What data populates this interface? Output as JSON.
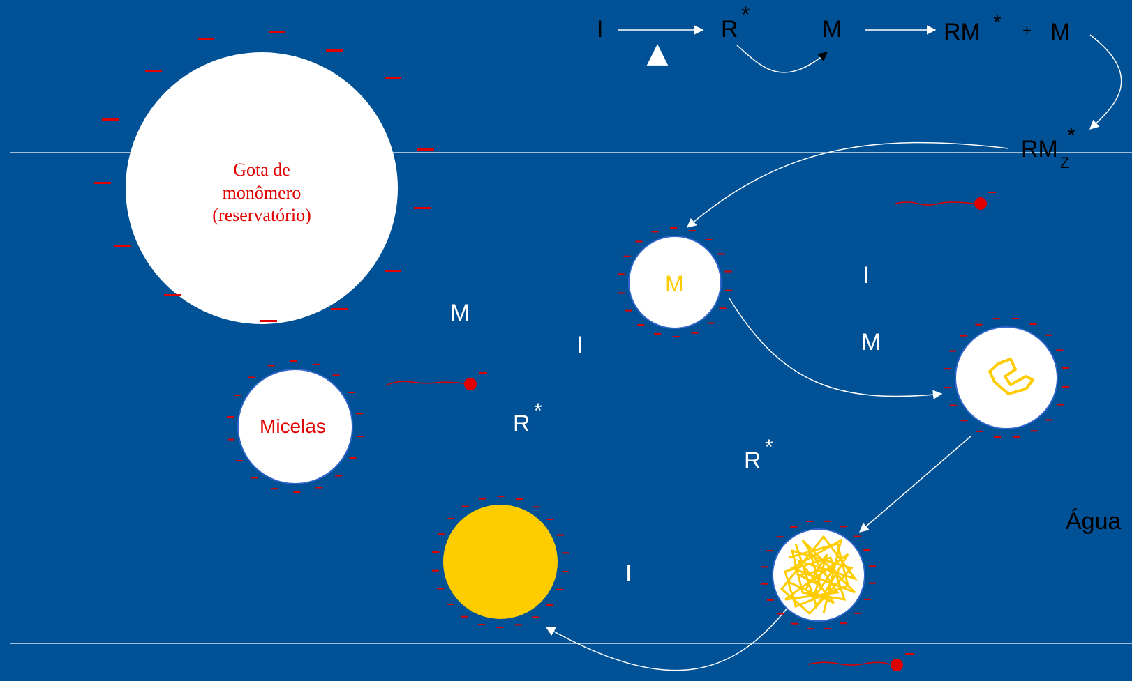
{
  "colors": {
    "background": "#005195",
    "droplet": "#ffffff",
    "surfactant_charge": "#e00000",
    "polymer": "#ffcc00",
    "boundary_line": "#ffffff",
    "arrow": "#ffffff"
  },
  "reaction_scheme": {
    "initiator": "I",
    "heat_symbol": "▲",
    "radical": "R",
    "radical_star": "*",
    "monomer": "M",
    "growing_radical": "RM",
    "growing_radical_star": "*",
    "plus_sign": "+",
    "monomer2": "M",
    "oligoradical": "RM",
    "oligoradical_sub": "Z",
    "oligoradical_star": "*"
  },
  "monomer_droplet": {
    "label_line1": "Gota de",
    "label_line2": "monômero",
    "label_line3": "(reservatório)"
  },
  "micelle": {
    "label": "Micelas"
  },
  "swollen_micelle": {
    "label": "M"
  },
  "phase_label": "Água",
  "free_species": {
    "m_left": "M",
    "i_left": "I",
    "r_left": "R",
    "r_left_star": "*",
    "i_right": "I",
    "m_right": "M",
    "r_mid": "R",
    "r_mid_star": "*",
    "i_bottom": "I"
  }
}
